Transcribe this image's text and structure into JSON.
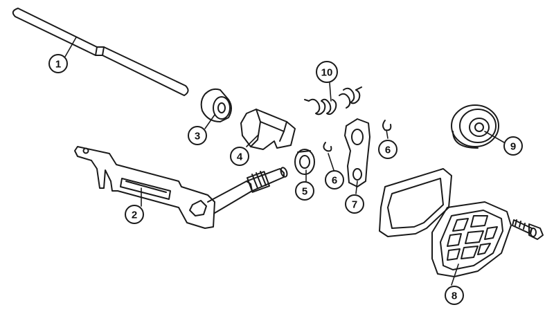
{
  "diagram": {
    "callouts": [
      {
        "id": "c1",
        "label": "1"
      },
      {
        "id": "c2",
        "label": "2"
      },
      {
        "id": "c3",
        "label": "3"
      },
      {
        "id": "c4",
        "label": "4"
      },
      {
        "id": "c5",
        "label": "5"
      },
      {
        "id": "c6a",
        "label": "6"
      },
      {
        "id": "c6b",
        "label": "6"
      },
      {
        "id": "c7",
        "label": "7"
      },
      {
        "id": "c8",
        "label": "8"
      },
      {
        "id": "c9",
        "label": "9"
      },
      {
        "id": "c10",
        "label": "10"
      }
    ]
  }
}
